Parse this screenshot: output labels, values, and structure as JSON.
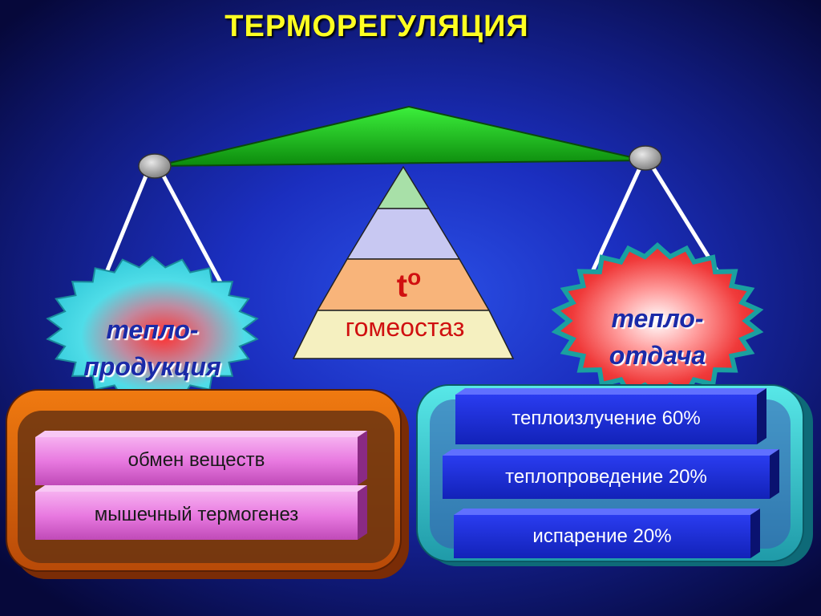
{
  "title": "ТЕРМОРЕГУЛЯЦИЯ",
  "pyramid": {
    "temperature_symbol": "t",
    "temperature_sup": "o",
    "homeostasis": "гомеостаз"
  },
  "heat_production": {
    "label_line1": "тепло-",
    "label_line2": "продукция",
    "items": [
      "обмен веществ",
      "мышечный термогенез"
    ]
  },
  "heat_loss": {
    "label_line1": "тепло-",
    "label_line2": "отдача",
    "items": [
      "теплоизлучение 60%",
      "теплопроведение 20%",
      "испарение 20%"
    ]
  },
  "colors": {
    "title": "#ffff22",
    "beam": "#1bc41b",
    "left_panel": "#e0650a",
    "right_panel": "#35cfcf",
    "left_bar": "#e879e0",
    "right_bar": "#1c2cd8",
    "burst_left": "#3ed2e0",
    "burst_right": "#e63838"
  }
}
